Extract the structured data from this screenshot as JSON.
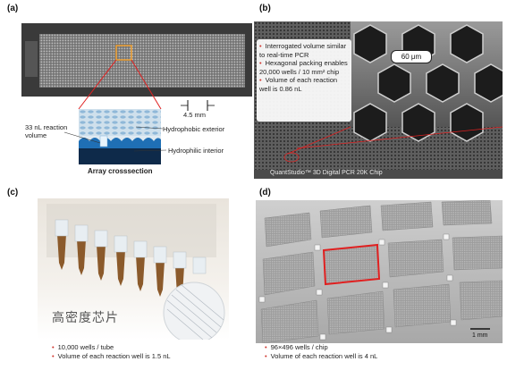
{
  "panel_a": {
    "label": "(a)",
    "scale_text": "4.5 mm",
    "reaction_volume": "33 nL reaction volume",
    "hydrophobic": "Hydrophobic exterior",
    "hydrophilic": "Hydrophilic interior",
    "caption": "Array crosssection"
  },
  "panel_b": {
    "label": "(b)",
    "bullets": [
      "Interrogated volume similar to real-time PCR",
      "Hexagonal packing enables 20,000 wells / 10 mm² chip",
      "Volume of each reaction well is 0.86 nL"
    ],
    "scale_text": "60 μm",
    "chip_name": "QuantStudio™ 3D Digital PCR 20K Chip"
  },
  "panel_c": {
    "label": "(c)",
    "chinese_text": "高密度芯片",
    "bullets": [
      "10,000 wells / tube",
      "Volume of each reaction well is 1.5 nL"
    ]
  },
  "panel_d": {
    "label": "(d)",
    "scale_text": "1 mm",
    "bullets": [
      "96×496 wells / chip",
      "Volume of each reaction well is 4 nL"
    ]
  },
  "colors": {
    "bullet_red": "#d0342c",
    "highlight_orange": "#f0a030",
    "highlight_red": "#e02020",
    "hydrophilic_blue": "#1f6fb5"
  }
}
